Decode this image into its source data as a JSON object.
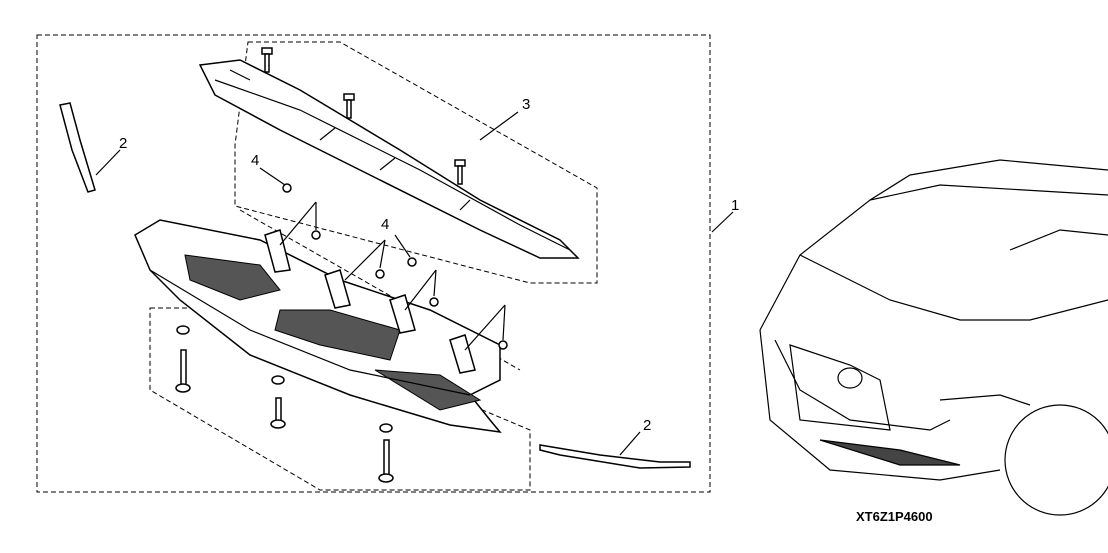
{
  "callouts": {
    "c1": "1",
    "c2a": "2",
    "c2b": "2",
    "c3": "3",
    "c4a": "4",
    "c4b": "4"
  },
  "diagram_code": "XT6Z1P4600"
}
